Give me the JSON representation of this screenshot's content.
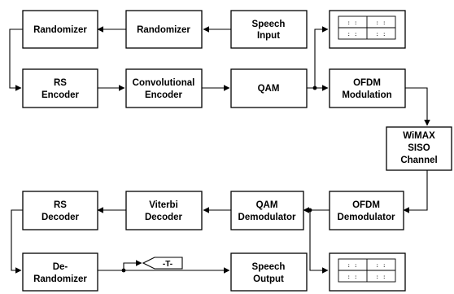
{
  "blocks": {
    "randomizer_1": [
      "Randomizer"
    ],
    "randomizer_2": [
      "Randomizer"
    ],
    "speech_input": [
      "Speech",
      "Input"
    ],
    "rs_encoder": [
      "RS",
      "Encoder"
    ],
    "conv_encoder": [
      "Convolutional",
      "Encoder"
    ],
    "qam": [
      "QAM"
    ],
    "ofdm_mod": [
      "OFDM",
      "Modulation"
    ],
    "channel": [
      "WiMAX",
      "SISO",
      "Channel"
    ],
    "rs_decoder": [
      "RS",
      "Decoder"
    ],
    "viterbi": [
      "Viterbi",
      "Decoder"
    ],
    "qam_demod": [
      "QAM",
      "Demodulator"
    ],
    "ofdm_demod": [
      "OFDM",
      "Demodulator"
    ],
    "derandomizer": [
      "De-",
      "Randomizer"
    ],
    "speech_output": [
      "Speech",
      "Output"
    ]
  },
  "goto_tag": "-T-"
}
